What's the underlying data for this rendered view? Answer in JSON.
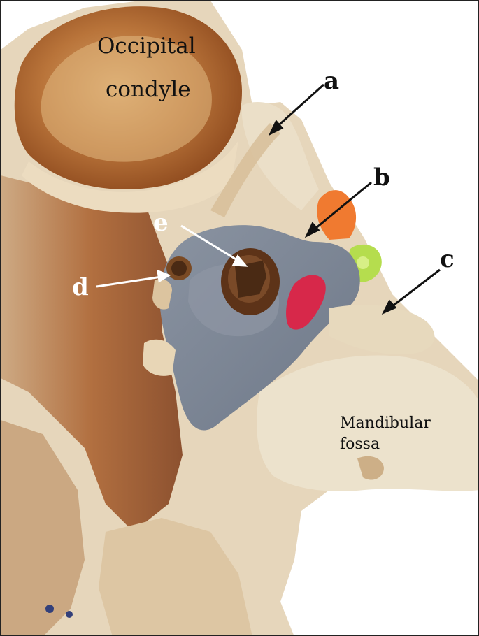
{
  "labels": {
    "occipital_line1": "Occipital",
    "occipital_line2": "condyle",
    "mandibular_line1": "Mandibular",
    "mandibular_line2": "fossa",
    "a": "a",
    "b": "b",
    "c": "c",
    "d": "d",
    "e": "e"
  },
  "colors": {
    "bone_light": "#e9dcc3",
    "bone_dark": "#9b4e22",
    "gray_overlay": "#7c8696",
    "red_overlay": "#d7284a",
    "orange_overlay": "#f07a30",
    "green_overlay": "#b5dd4e"
  }
}
